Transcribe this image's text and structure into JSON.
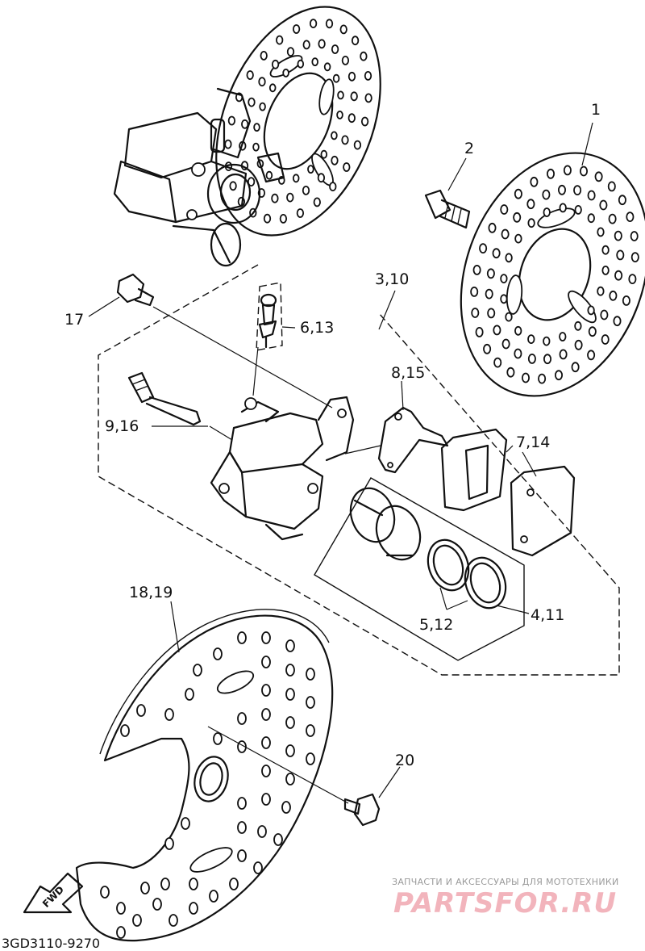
{
  "diagram": {
    "labels": {
      "p1": "1",
      "p2": "2",
      "p3_10": "3,10",
      "p17": "17",
      "p6_13": "6,13",
      "p8_15": "8,15",
      "p9_16": "9,16",
      "p7_14": "7,14",
      "p18_19": "18,19",
      "p5_12": "5,12",
      "p4_11": "4,11",
      "p20": "20"
    },
    "fwd_label": "FWD",
    "diagram_code": "3GD3110-9270"
  },
  "watermark": {
    "tagline": "ЗАПЧАСТИ И АКСЕССУАРЫ ДЛЯ МОТОТЕХНИКИ",
    "brand": "PARTSFOR.RU"
  }
}
